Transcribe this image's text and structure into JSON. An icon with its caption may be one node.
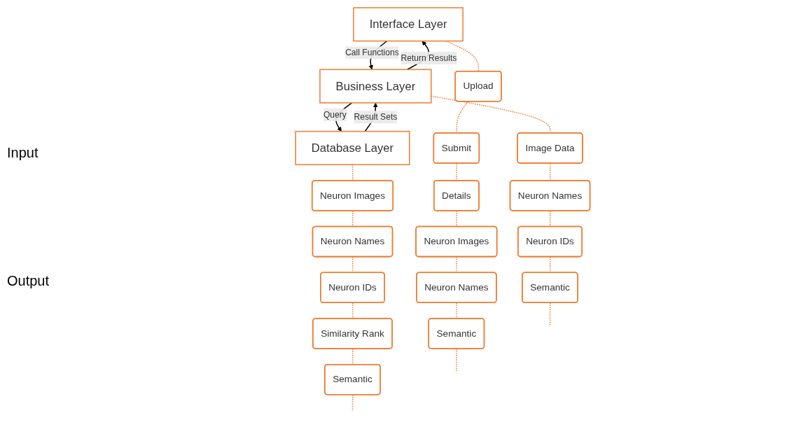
{
  "diagram": {
    "nodes": [
      {
        "text": [
          "Interface Layer"
        ]
      },
      {
        "text": [
          "Business Layer"
        ]
      },
      {
        "text": [
          "Database Layer"
        ]
      },
      {
        "text": [
          "Upload"
        ]
      },
      {
        "text": [
          "Submit"
        ]
      },
      {
        "text": [
          "Details"
        ]
      },
      {
        "text": [
          "Neuron Images"
        ]
      },
      {
        "text": [
          "Neuron Names"
        ]
      },
      {
        "text": [
          "Semantic"
        ]
      },
      {
        "text": [
          "Image Data"
        ]
      },
      {
        "text": [
          "Neuron Names"
        ]
      },
      {
        "text": [
          "Neuron IDs"
        ]
      },
      {
        "text": [
          "Semantic"
        ]
      },
      {
        "text": [
          "Neuron Images"
        ]
      },
      {
        "text": [
          "Neuron Names"
        ]
      },
      {
        "text": [
          "Neuron IDs"
        ]
      },
      {
        "text": [
          "Similarity Rank"
        ]
      },
      {
        "text": [
          "Semantic"
        ]
      }
    ],
    "edges": [
      {
        "from": 0,
        "to": 1,
        "arrow": "to",
        "label": "Call Functions",
        "color": "#000000"
      },
      {
        "from": 1,
        "to": 0,
        "arrow": "to",
        "label": "Return Results",
        "color": "#000000"
      },
      {
        "from": 1,
        "to": 2,
        "arrow": "to",
        "label": "Query",
        "color": "#000000"
      },
      {
        "from": 2,
        "to": 1,
        "arrow": "to",
        "label": "Result Sets",
        "color": "#000000"
      },
      {
        "from": 0,
        "to": 3,
        "arrow": "none",
        "style": "dashed"
      },
      {
        "from": 3,
        "to": 4,
        "arrow": "none",
        "style": "dashed"
      },
      {
        "from": 4,
        "to": 5,
        "arrow": "none",
        "style": "dashed"
      },
      {
        "from": 5,
        "to": 6,
        "arrow": "none",
        "style": "dashed"
      },
      {
        "from": 6,
        "to": 7,
        "arrow": "none",
        "style": "dashed"
      },
      {
        "from": 7,
        "to": 8,
        "arrow": "none",
        "style": "dashed"
      },
      {
        "from": 8,
        "to": null,
        "arrow": "none",
        "style": "dashed"
      },
      {
        "from": 1,
        "to": 9,
        "arrow": "none",
        "style": "dashed"
      },
      {
        "from": 9,
        "to": 10,
        "arrow": "none",
        "style": "dashed"
      },
      {
        "from": 10,
        "to": 11,
        "arrow": "none",
        "style": "dashed"
      },
      {
        "from": 11,
        "to": 12,
        "arrow": "none",
        "style": "dashed"
      },
      {
        "from": 12,
        "to": null,
        "arrow": "none",
        "style": "dashed"
      },
      {
        "from": 2,
        "to": 13,
        "arrow": "none",
        "style": "dashed"
      },
      {
        "from": 13,
        "to": 14,
        "arrow": "none",
        "style": "dashed"
      },
      {
        "from": 14,
        "to": 15,
        "arrow": "none",
        "style": "dashed"
      },
      {
        "from": 15,
        "to": 16,
        "arrow": "none",
        "style": "dashed"
      },
      {
        "from": 16,
        "to": 17,
        "arrow": "none",
        "style": "dashed"
      },
      {
        "from": 17,
        "to": null,
        "arrow": "none",
        "style": "dashed"
      }
    ],
    "labels": [
      "Input",
      "Output"
    ]
  }
}
